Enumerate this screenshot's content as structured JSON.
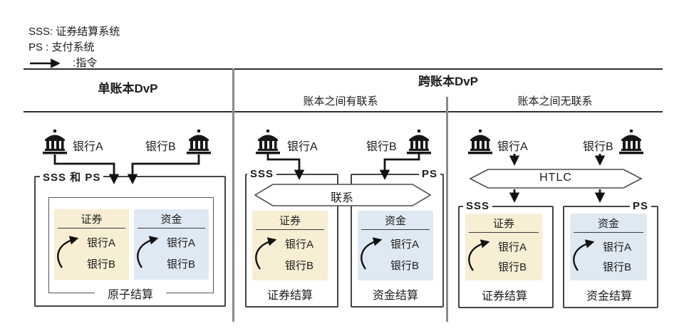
{
  "legend": {
    "sss_line": "SSS: 证券结算系统",
    "ps_line": "PS : 支付系统",
    "arrow_label": ":指令"
  },
  "headers": {
    "single_ledger": "单账本DvP",
    "cross_ledger": "跨账本DvP",
    "linked_sub": "账本之间有联系",
    "unlinked_sub": "账本之间无联系"
  },
  "colors": {
    "securities_bg": "#f7eed4",
    "funds_bg": "#dfe9f3",
    "line": "#2e2e2e",
    "divider": "#8a8a8a"
  },
  "panels": [
    {
      "bank_a": "银行A",
      "bank_b": "银行B",
      "system_label": "SSS 和 PS",
      "securities": {
        "title": "证券",
        "bank_a": "银行A",
        "bank_b": "银行B"
      },
      "funds": {
        "title": "资金",
        "bank_a": "银行A",
        "bank_b": "银行B"
      },
      "bottom_label": "原子结算"
    },
    {
      "bank_a": "银行A",
      "bank_b": "银行B",
      "sss_label": "SSS",
      "ps_label": "PS",
      "banner": "联系",
      "securities": {
        "title": "证券",
        "bank_a": "银行A",
        "bank_b": "银行B"
      },
      "funds": {
        "title": "资金",
        "bank_a": "银行A",
        "bank_b": "银行B"
      },
      "securities_bottom_label": "证券结算",
      "funds_bottom_label": "资金结算"
    },
    {
      "bank_a": "银行A",
      "bank_b": "银行B",
      "sss_label": "SSS",
      "ps_label": "PS",
      "banner": "HTLC",
      "securities": {
        "title": "证券",
        "bank_a": "银行A",
        "bank_b": "银行B"
      },
      "funds": {
        "title": "资金",
        "bank_a": "银行A",
        "bank_b": "银行B"
      },
      "securities_bottom_label": "证券结算",
      "funds_bottom_label": "资金结算"
    }
  ]
}
